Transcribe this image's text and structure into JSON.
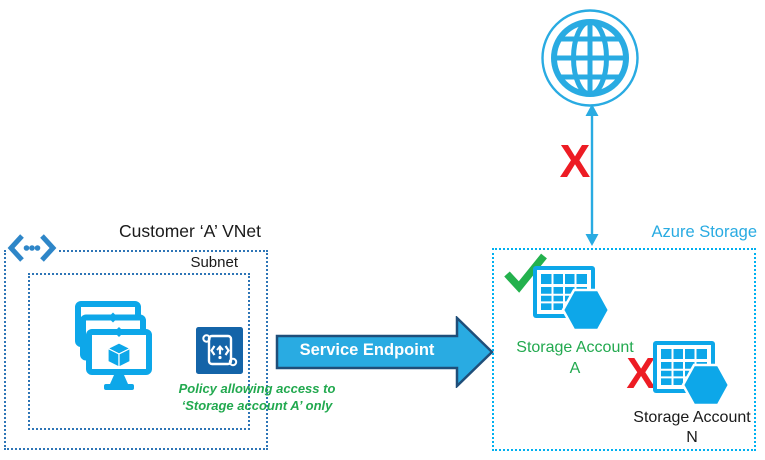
{
  "colors": {
    "light_blue": "#29ABE2",
    "icon_blue": "#0DA7E9",
    "arrow_border": "#1F4E79",
    "vnet_border": "#2E75B6",
    "azure_border": "#00B0F0",
    "policy_icon_bg": "#1464A8",
    "green_text": "#22A94F",
    "green_check": "#23B14D",
    "red": "#ED1C24"
  },
  "internet": {
    "blocked_mark": "X"
  },
  "vnet": {
    "title": "Customer ‘A’ VNet",
    "subnet_label": "Subnet",
    "policy_note": {
      "line1": "Policy allowing access to",
      "line2": "‘Storage account A’ only"
    }
  },
  "service_endpoint": {
    "label": "Service Endpoint"
  },
  "azure_storage": {
    "title": "Azure Storage",
    "accounts": [
      {
        "line1": "Storage Account",
        "line2": "A",
        "status": "allowed"
      },
      {
        "line1": "Storage Account",
        "line2": "N",
        "status": "blocked",
        "blocked_mark": "X"
      }
    ]
  }
}
